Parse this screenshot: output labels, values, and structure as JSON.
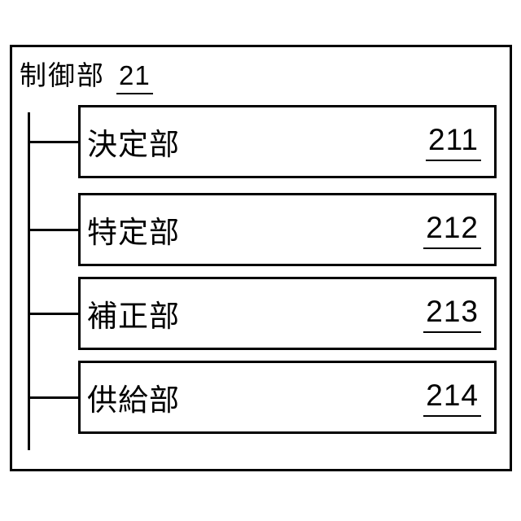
{
  "diagram": {
    "outer": {
      "label": "制御部",
      "ref": "21"
    },
    "units": [
      {
        "label": "決定部",
        "ref": "211"
      },
      {
        "label": "特定部",
        "ref": "212"
      },
      {
        "label": "補正部",
        "ref": "213"
      },
      {
        "label": "供給部",
        "ref": "214"
      }
    ],
    "colors": {
      "line": "#000000",
      "background": "#ffffff",
      "text": "#000000"
    }
  }
}
